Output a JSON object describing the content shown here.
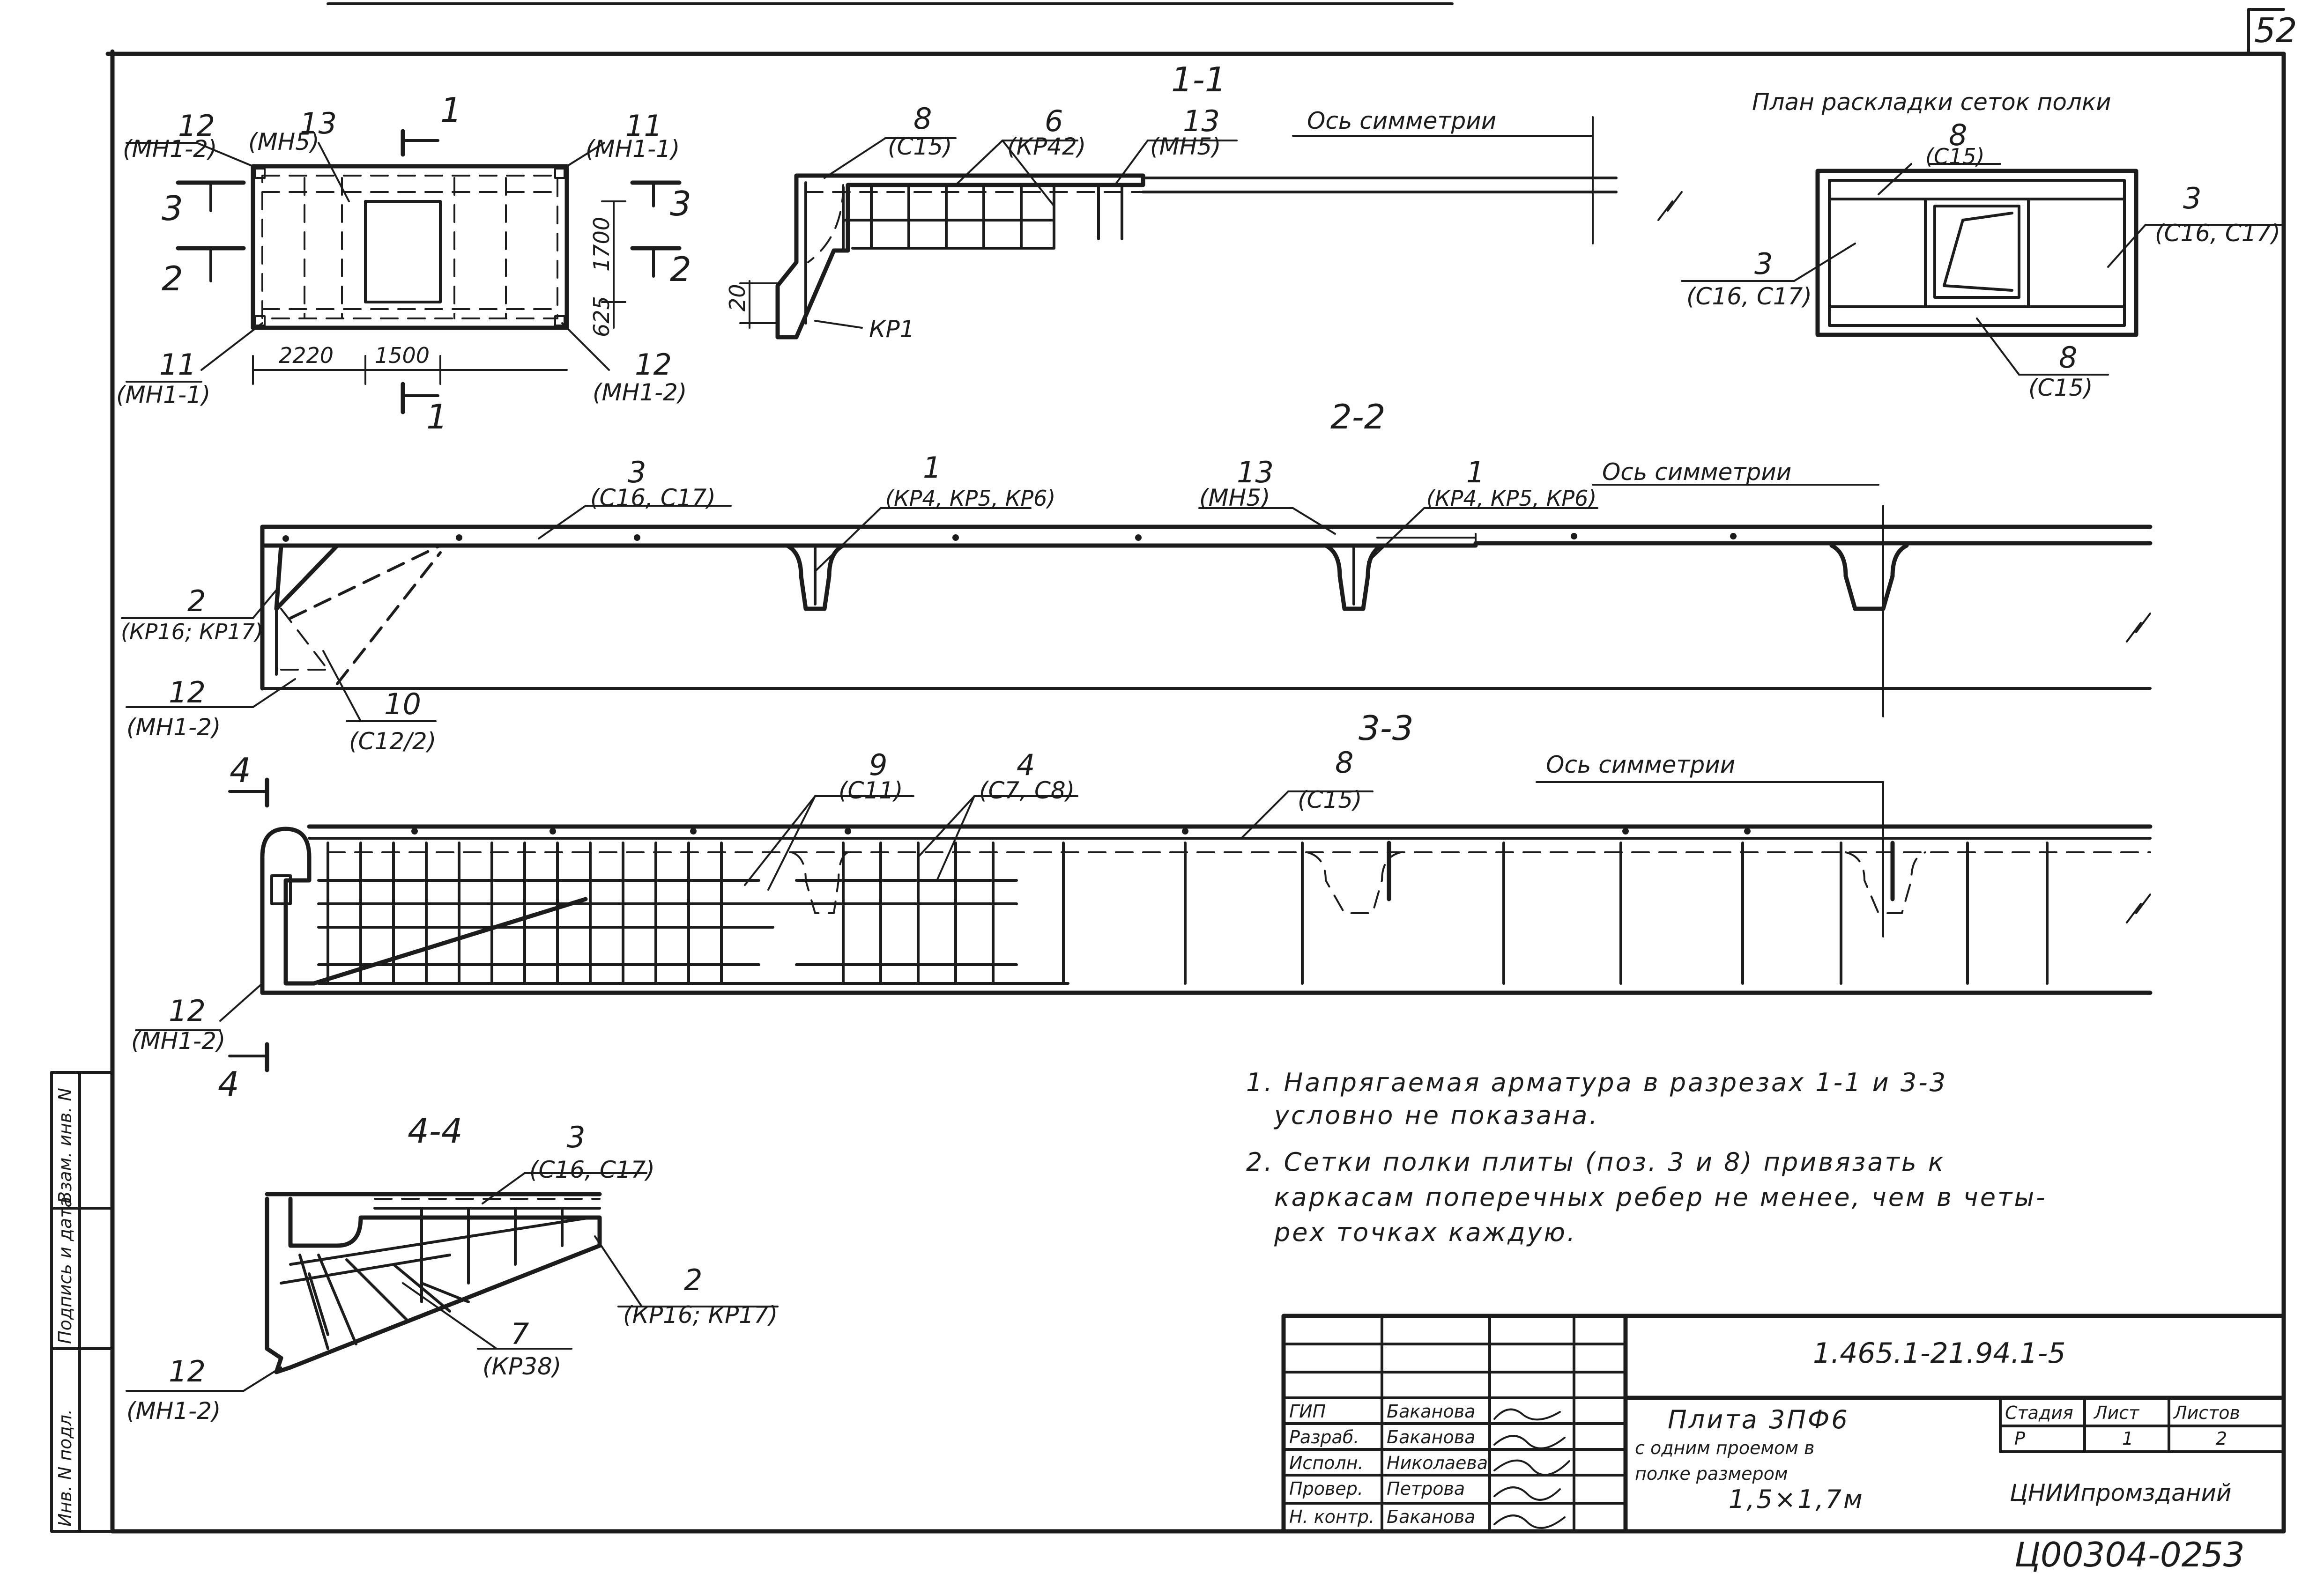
{
  "sheet": {
    "page_number": "52",
    "footer_code": "Ц00304-02",
    "footer_number": "53"
  },
  "view_plan": {
    "title": "",
    "callouts": [
      {
        "num": "12",
        "ref": "(МН1-2)"
      },
      {
        "num": "13",
        "ref": "(МН5)"
      },
      {
        "num": "11",
        "ref": "(МН1-1)"
      },
      {
        "num": "11",
        "ref": "(МН1-1)"
      },
      {
        "num": "12",
        "ref": "(МН1-2)"
      }
    ],
    "section_marks": [
      "1",
      "1",
      "3",
      "3",
      "2",
      "2"
    ],
    "dims": [
      "2220",
      "1500",
      "1700",
      "625"
    ]
  },
  "section_1_1": {
    "title": "1-1",
    "callouts": [
      {
        "num": "8",
        "ref": "(С15)"
      },
      {
        "num": "6",
        "ref": "(КР42)"
      },
      {
        "num": "13",
        "ref": "(МН5)"
      }
    ],
    "axis_label": "Ось симметрии",
    "kr_label": "КР1",
    "dim": "20"
  },
  "mesh_plan": {
    "title": "План раскладки сеток полки",
    "callouts": [
      {
        "num": "8",
        "ref": "(С15)"
      },
      {
        "num": "3",
        "ref": "(С16, С17)"
      },
      {
        "num": "3",
        "ref": "(С16, С17)"
      },
      {
        "num": "8",
        "ref": "(С15)"
      }
    ]
  },
  "section_2_2": {
    "title": "2-2",
    "callouts": [
      {
        "num": "3",
        "ref": "(С16, С17)"
      },
      {
        "num": "1",
        "ref": "(КР4, КР5, КР6)"
      },
      {
        "num": "13",
        "ref": "(МН5)"
      },
      {
        "num": "1",
        "ref": "(КР4, КР5, КР6)"
      },
      {
        "num": "2",
        "ref": "(КР16; КР17)"
      },
      {
        "num": "12",
        "ref": "(МН1-2)"
      },
      {
        "num": "10",
        "ref": "(С12/2)"
      }
    ],
    "axis_label": "Ось симметрии"
  },
  "section_3_3": {
    "title": "3-3",
    "callouts": [
      {
        "num": "9",
        "ref": "(С11)"
      },
      {
        "num": "4",
        "ref": "(С7, С8)"
      },
      {
        "num": "8",
        "ref": "(С15)"
      },
      {
        "num": "12",
        "ref": "(МН1-2)"
      }
    ],
    "axis_label": "Ось симметрии",
    "section_marks": [
      "4",
      "4"
    ]
  },
  "section_4_4": {
    "title": "4-4",
    "callouts": [
      {
        "num": "3",
        "ref": "(С16, С17)"
      },
      {
        "num": "2",
        "ref": "(КР16; КР17)"
      },
      {
        "num": "7",
        "ref": "(КР38)"
      },
      {
        "num": "12",
        "ref": "(МН1-2)"
      }
    ]
  },
  "notes": [
    "1. Напрягаемая арматура в разрезах 1-1 и 3-3",
    "условно не показана.",
    "2. Сетки полки плиты (поз. 3 и 8) привязать к",
    "каркасам поперечных ребер не менее, чем в четы-",
    "рех точках каждую."
  ],
  "side_stamp": [
    "Инв. N подл.",
    "Подпись и дата",
    "Взам. инв. N"
  ],
  "title_block": {
    "doc_code": "1.465.1-21.94.1-5",
    "name_lines": [
      "Плита 3ПФ6",
      "с одним проемом в",
      "полке размером",
      "1,5×1,7м"
    ],
    "roles": [
      {
        "role": "ГИП",
        "name": "Баканова"
      },
      {
        "role": "Разраб.",
        "name": "Баканова"
      },
      {
        "role": "Исполн.",
        "name": "Николаева"
      },
      {
        "role": "Провер.",
        "name": "Петрова"
      },
      {
        "role": "Н. контр.",
        "name": "Баканова"
      }
    ],
    "headers": [
      "Стадия",
      "Лист",
      "Листов"
    ],
    "values": [
      "Р",
      "1",
      "2"
    ],
    "org": "ЦНИИпромзданий"
  }
}
